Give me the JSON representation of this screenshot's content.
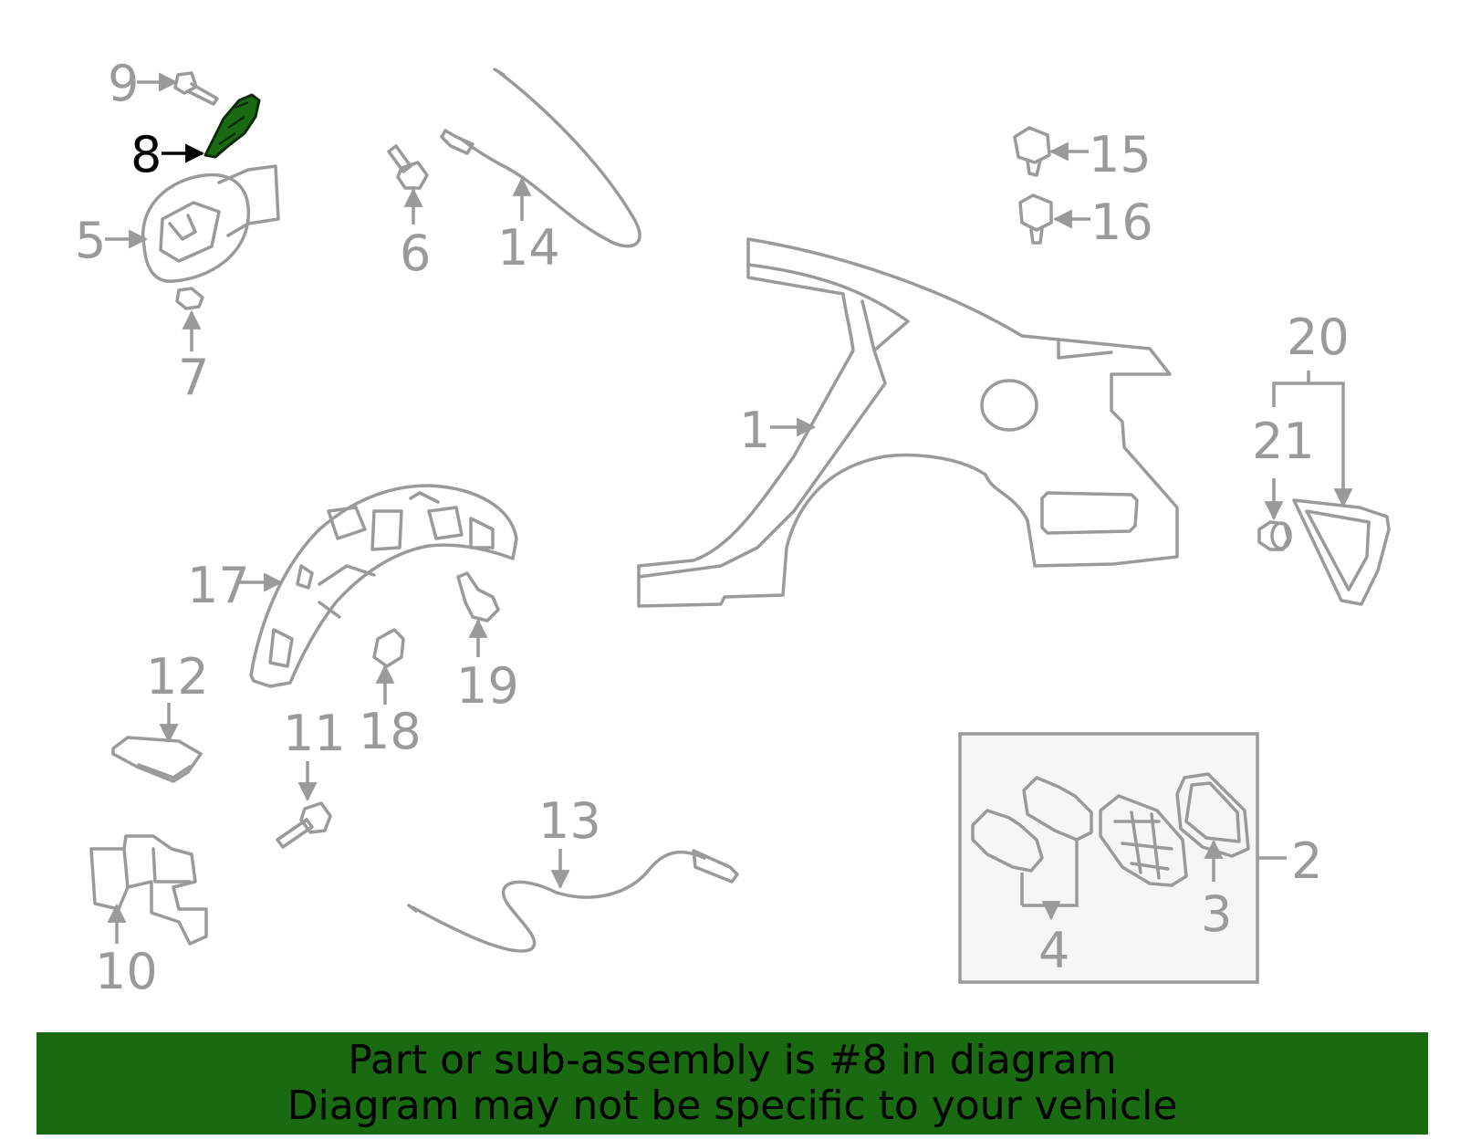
{
  "labels": {
    "p1": "1",
    "p2": "2",
    "p3": "3",
    "p4": "4",
    "p5": "5",
    "p6": "6",
    "p7": "7",
    "p8": "8",
    "p9": "9",
    "p10": "10",
    "p11": "11",
    "p12": "12",
    "p13": "13",
    "p14": "14",
    "p15": "15",
    "p16": "16",
    "p17": "17",
    "p18": "18",
    "p19": "19",
    "p20": "20",
    "p21": "21"
  },
  "highlight": {
    "part": "8",
    "fill_color": "#1a6a12",
    "label_color": "#000000"
  },
  "colors": {
    "line": "#9a9a9a",
    "banner": "#1a6a12",
    "inset_bg": "#f6f6f6"
  },
  "banner": {
    "line1": "Part or sub-assembly is #8 in diagram",
    "line2": "Diagram may not be specific to your vehicle"
  }
}
